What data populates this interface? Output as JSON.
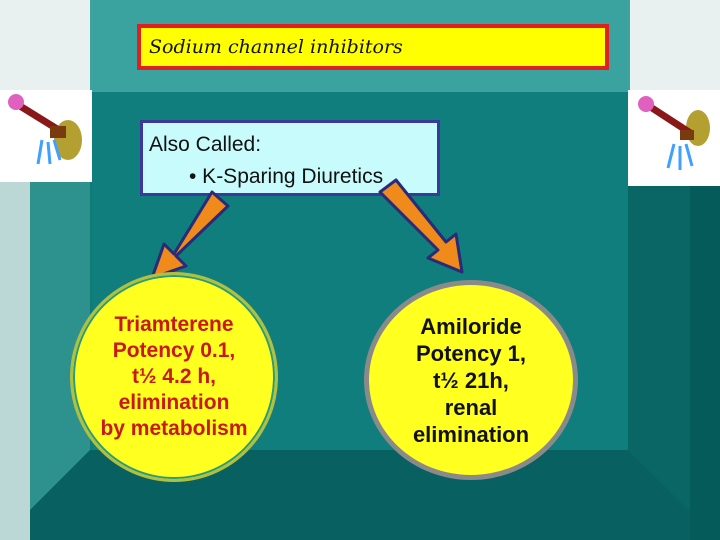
{
  "title": "Sodium channel inhibitors",
  "also_called": {
    "heading": "Also Called:",
    "item": "• K-Sparing Diuretics"
  },
  "left_drug": {
    "lines": [
      "Triamterene",
      "Potency 0.1,",
      "t½ 4.2 h,",
      "elimination",
      "by metabolism"
    ]
  },
  "right_drug": {
    "lines": [
      "Amiloride",
      "Potency 1,",
      "t½ 21h,",
      "renal",
      "elimination"
    ]
  },
  "colors": {
    "background": "#0f7a78",
    "title_fill": "#ffff00",
    "title_border": "#e02020",
    "box_fill": "#c8fcfc",
    "ellipse_fill": "#ffff20",
    "left_text": "#c81818",
    "arrow": "#f08a1a"
  },
  "icons": [
    "faucet-kidney-icon-left",
    "faucet-kidney-icon-right"
  ]
}
